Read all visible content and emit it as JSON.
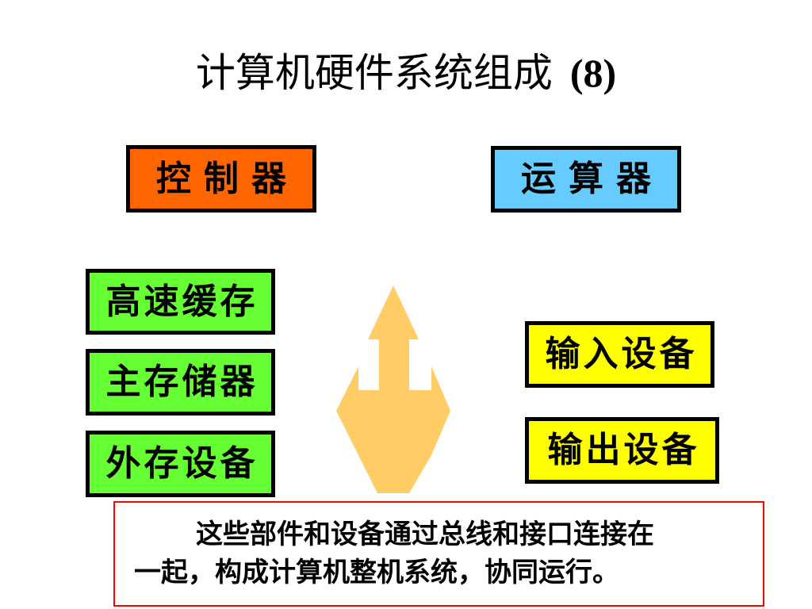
{
  "slide": {
    "title": "计算机硬件系统组成",
    "title_suffix": "(8)",
    "boxes": {
      "controller": "控制器",
      "alu": "运算器",
      "cache": "高速缓存",
      "main_memory": "主存储器",
      "external_storage": "外存设备",
      "input_device": "输入设备",
      "output_device": "输出设备"
    },
    "note": {
      "line1": "这些部件和设备通过总线和接口连接在",
      "line2": "一起，构成计算机整机系统，协同运行。"
    },
    "colors": {
      "controller": "#ff6600",
      "alu": "#66ccff",
      "memory": "#66ff33",
      "io": "#ffff00",
      "bus_arrow": "#ffcc66",
      "note_border": "#ff0000"
    },
    "icons": {
      "bus": "three-way-arrow-icon"
    }
  }
}
